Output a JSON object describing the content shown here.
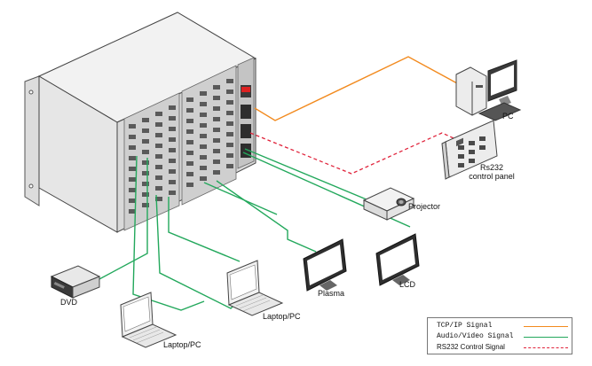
{
  "colors": {
    "tcp_ip": "#f28a1e",
    "audio_video": "#23a85c",
    "rs232": "#e0223a",
    "device_body": "#e8e8e8",
    "device_dark": "#3a3a3a"
  },
  "devices": {
    "pc": "PC",
    "rs232_panel_line1": "Rs232",
    "rs232_panel_line2": "control panel",
    "projector": "Projector",
    "plasma": "Plasma",
    "lcd": "LCD",
    "dvd": "DVD",
    "laptop_left": "Laptop/PC",
    "laptop_right": "Laptop/PC"
  },
  "legend": {
    "tcp_ip": "TCP/IP Signal",
    "audio_video": "Audio/Video Signal",
    "rs232": "RS232 Control Signal"
  }
}
